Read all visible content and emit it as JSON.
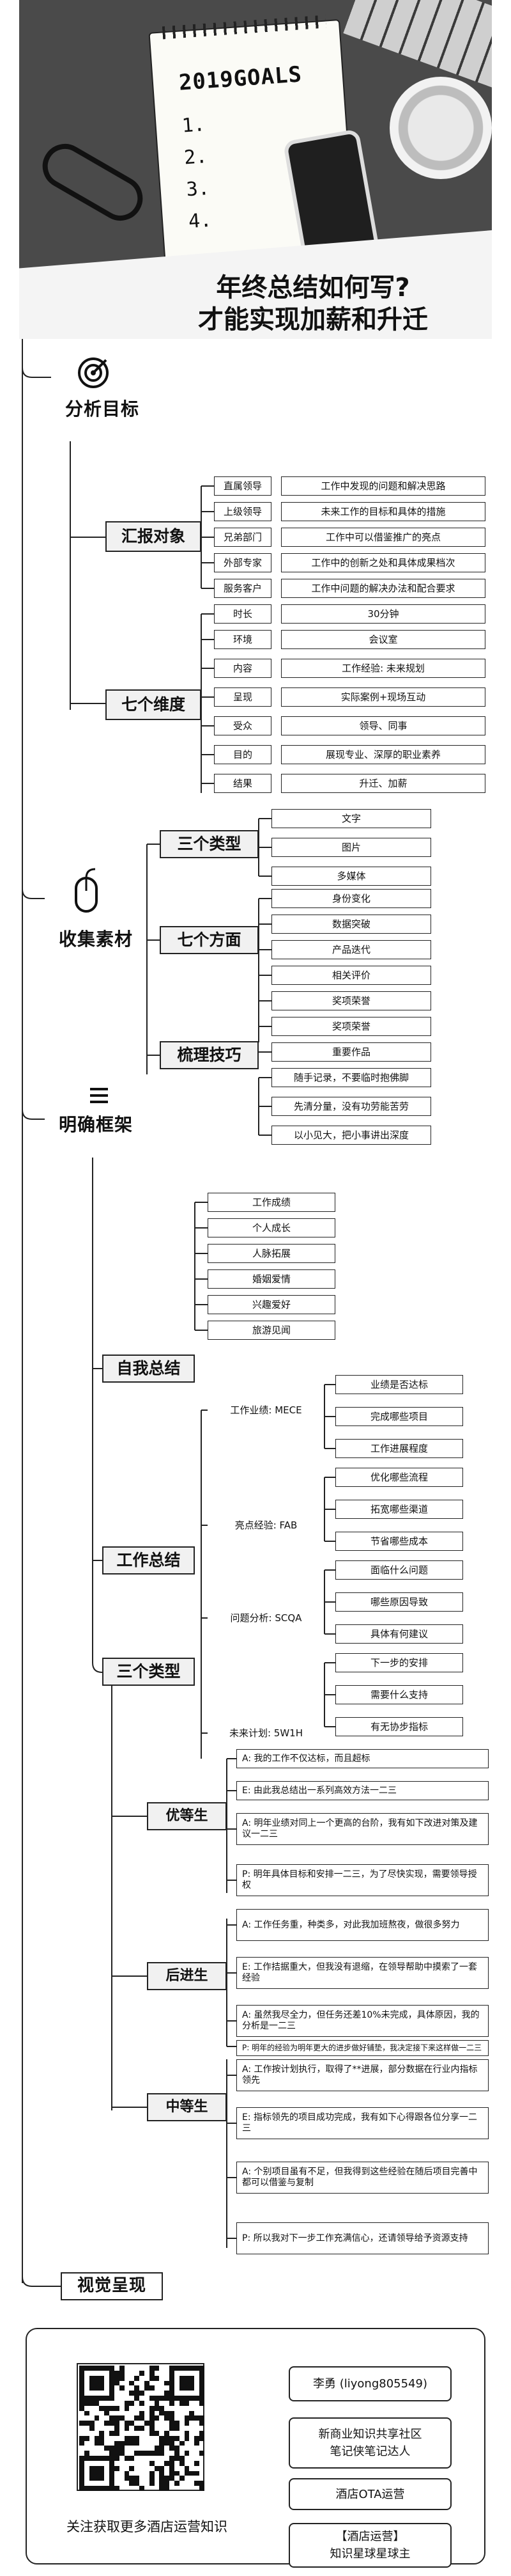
{
  "hero": {
    "notebook_title": "2019GOALS",
    "notebook_lines": [
      "1.",
      "2.",
      "3.",
      "4."
    ],
    "headline": [
      "年终总结如何写?",
      "才能实现加薪和升迁"
    ]
  },
  "sections": {
    "analyze": "分析目标",
    "collect": "收集素材",
    "frame": "明确框架",
    "visual": "视觉呈现"
  },
  "analyze": {
    "report_target": {
      "label": "汇报对象",
      "rows": [
        {
          "k": "直属领导",
          "v": "工作中发现的问题和解决思路"
        },
        {
          "k": "上级领导",
          "v": "未来工作的目标和具体的措施"
        },
        {
          "k": "兄弟部门",
          "v": "工作中可以借鉴推广的亮点"
        },
        {
          "k": "外部专家",
          "v": "工作中的创新之处和具体成果档次"
        },
        {
          "k": "服务客户",
          "v": "工作中问题的解决办法和配合要求"
        }
      ]
    },
    "seven_dimensions": {
      "label": "七个维度",
      "rows": [
        {
          "k": "时长",
          "v": "30分钟"
        },
        {
          "k": "环境",
          "v": "会议室"
        },
        {
          "k": "内容",
          "v": "工作经验: 未来规划"
        },
        {
          "k": "呈现",
          "v": "实际案例+现场互动"
        },
        {
          "k": "受众",
          "v": "领导、同事"
        },
        {
          "k": "目的",
          "v": "展现专业、深厚的职业素养"
        },
        {
          "k": "结果",
          "v": "升迁、加薪"
        }
      ]
    }
  },
  "collect": {
    "three_types": {
      "label": "三个类型",
      "items": [
        "文字",
        "图片",
        "多媒体"
      ]
    },
    "seven_aspects": {
      "label": "七个方面",
      "items": [
        "身份变化",
        "数据突破",
        "产品迭代",
        "相关评价",
        "奖项荣誉",
        "奖项荣誉",
        "重要作品"
      ]
    },
    "techniques": {
      "label": "梳理技巧",
      "items": [
        "随手记录，不要临时抱佛脚",
        "先清分量，没有功劳能苦劳",
        "以小见大，把小事讲出深度"
      ]
    }
  },
  "frame": {
    "self": {
      "label": "自我总结",
      "items": [
        "工作成绩",
        "个人成长",
        "人脉拓展",
        "婚姻爱情",
        "兴趣爱好",
        "旅游见闻"
      ]
    },
    "work": {
      "label": "工作总结",
      "groups": [
        {
          "k": "工作业绩: MECE",
          "items": [
            "业绩是否达标",
            "完成哪些项目",
            "工作进展程度"
          ]
        },
        {
          "k": "亮点经验: FAB",
          "items": [
            "优化哪些流程",
            "拓宽哪些渠道",
            "节省哪些成本"
          ]
        },
        {
          "k": "问题分析: SCQA",
          "items": [
            "面临什么问题",
            "哪些原因导致",
            "具体有何建议"
          ]
        },
        {
          "k": "未来计划: 5W1H",
          "items": [
            "下一步的安排",
            "需要什么支持",
            "有无协步指标"
          ]
        }
      ]
    },
    "three_kinds": {
      "label": "三个类型",
      "groups": [
        {
          "k": "优等生",
          "items": [
            "A: 我的工作不仅达标，而且超标",
            "E: 由此我总结出一系列高效方法一二三",
            "A: 明年业绩对同上一个更高的台阶，我有如下改进对策及建议一二三",
            "P: 明年具体目标和安排一二三，为了尽快实现，需要领导授权"
          ]
        },
        {
          "k": "后进生",
          "items": [
            "A: 工作任务重，种类多，对此我加班熬夜，做很多努力",
            "E: 工作拮据重大，但我没有退缩，在领导帮助中摸索了一套经验",
            "A: 虽然我尽全力，但任务还差10%未完成，具体原因，我的分析是一二三",
            "P: 明年的经验为明年更大的进步做好铺垫，我决定接下来这样做一二三"
          ]
        },
        {
          "k": "中等生",
          "items": [
            "A: 工作按计划执行，取得了**进展，部分数据在行业内指标领先",
            "E: 指标领先的项目成功完成，我有如下心得跟各位分享一二三",
            "A: 个别项目虽有不足，但我得到这些经验在随后项目完善中都可以借鉴与复制",
            "P: 所以我对下一步工作充满信心，还请领导给予资源支持"
          ]
        }
      ]
    }
  },
  "footer": {
    "caption": "关注获取更多酒店运营知识",
    "boxes": [
      [
        "李勇  (liyong805549)"
      ],
      [
        "新商业知识共享社区",
        "笔记侠笔记达人"
      ],
      [
        "酒店OTA运营"
      ],
      [
        "【酒店运营】",
        "知识星球星球主"
      ]
    ]
  }
}
